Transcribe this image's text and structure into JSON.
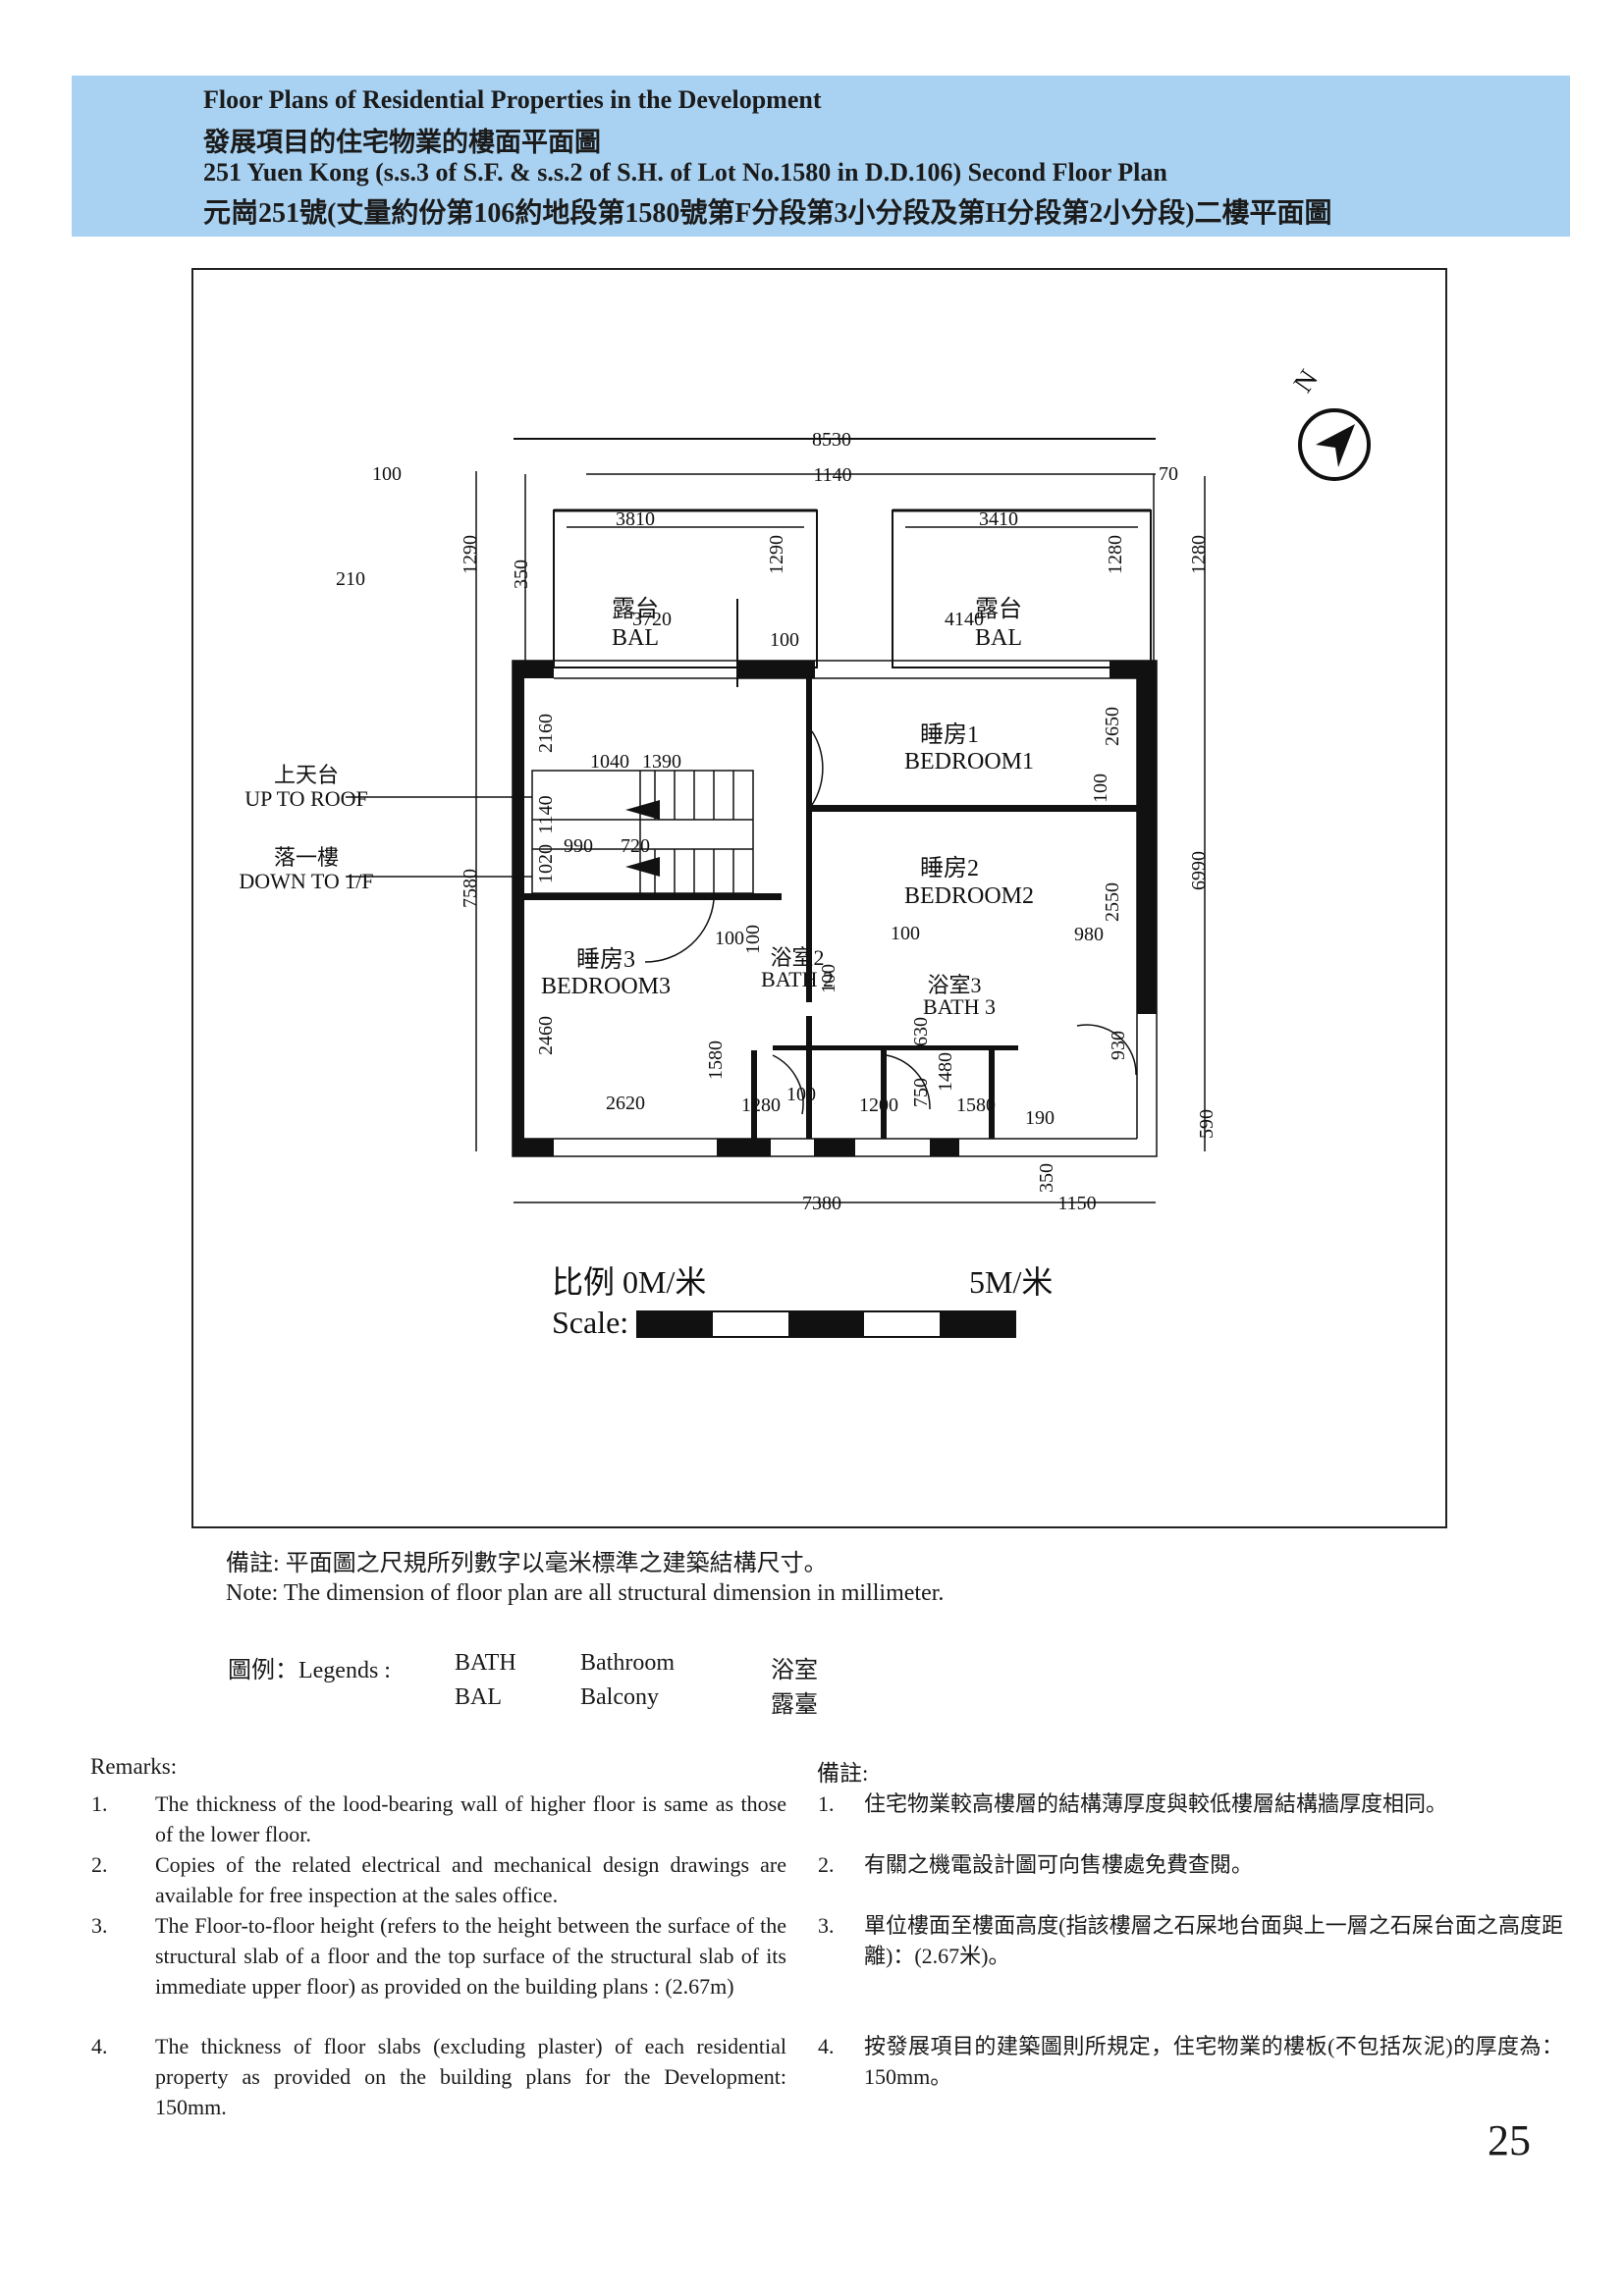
{
  "header": {
    "title_en": "Floor Plans of Residential Properties in the Development",
    "title_zh": "發展項目的住宅物業的樓面平面圖",
    "subtitle_en": "251 Yuen Kong (s.s.3 of S.F. & s.s.2 of S.H. of Lot No.1580 in D.D.106) Second Floor Plan",
    "subtitle_zh": "元崗251號(丈量約份第106約地段第1580號第F分段第3小分段及第H分段第2小分段)二樓平面圖",
    "band_color": "#a9d2f2"
  },
  "plan": {
    "north_label": "N",
    "rooms": {
      "bal_left_zh": "露台",
      "bal_left_en": "BAL",
      "bal_right_zh": "露台",
      "bal_right_en": "BAL",
      "bedroom1_zh": "睡房1",
      "bedroom1_en": "BEDROOM1",
      "bedroom2_zh": "睡房2",
      "bedroom2_en": "BEDROOM2",
      "bedroom3_zh": "睡房3",
      "bedroom3_en": "BEDROOM3",
      "bath2_zh": "浴室2",
      "bath2_en": "BATH 2",
      "bath3_zh": "浴室3",
      "bath3_en": "BATH 3"
    },
    "stair_labels": {
      "up_zh": "上天台",
      "up_en": "UP TO ROOF",
      "down_zh": "落一樓",
      "down_en": "DOWN TO 1/F"
    },
    "dimensions": {
      "overall_top": "8530",
      "d100_top": "100",
      "d1140": "1140",
      "d70": "70",
      "d3810": "3810",
      "d3410": "3410",
      "d1290_left": "1290",
      "d350_left": "350",
      "d1290_mid": "1290",
      "d1280_mid": "1280",
      "d1280_right": "1280",
      "d210": "210",
      "d3720": "3720",
      "d100_hall": "100",
      "d4140": "4140",
      "d2160": "2160",
      "d2650": "2650",
      "d100_b1": "100",
      "d6990": "6990",
      "d1040": "1040",
      "d1390": "1390",
      "d1140_stair": "1140",
      "d990": "990",
      "d720": "720",
      "d1020": "1020",
      "d7580": "7580",
      "d2550": "2550",
      "d100_stair": "100",
      "d100_bath_a": "100",
      "d100_bath_b": "100",
      "d100_bath_c": "100",
      "d980": "980",
      "d2460": "2460",
      "d1580_b3": "1580",
      "d630": "630",
      "d1480": "1480",
      "d930": "930",
      "d2620": "2620",
      "d1280_bot": "1280",
      "d100_bot": "100",
      "d1200": "1200",
      "d750": "750",
      "d1580_bot": "1580",
      "d190": "190",
      "d590": "590",
      "d7380": "7380",
      "d350_bot": "350",
      "d1150": "1150"
    },
    "scale": {
      "label_zh": "比例 0M/米",
      "label_end": "5M/米",
      "label_en": "Scale:"
    }
  },
  "notes": {
    "zh": "備註: 平面圖之尺規所列數字以毫米標準之建築結構尺寸。",
    "en": "Note: The dimension of floor plan are all structural dimension in millimeter."
  },
  "legend": {
    "heading": "圖例：Legends :",
    "rows": [
      {
        "abbr": "BATH",
        "meaning": "Bathroom",
        "zh": "浴室"
      },
      {
        "abbr": "BAL",
        "meaning": "Balcony",
        "zh": "露臺"
      }
    ]
  },
  "remarks": {
    "heading_en": "Remarks:",
    "heading_zh": "備註:",
    "items_en": [
      {
        "num": "1.",
        "text": "The thickness of the lood-bearing wall of higher floor is same as those of the lower floor."
      },
      {
        "num": "2.",
        "text": "Copies of the related electrical and mechanical design drawings are available for free inspection at the sales office."
      },
      {
        "num": "3.",
        "text": "The Floor-to-floor height (refers to the height between the surface of the structural slab of a floor and the top surface of the structural slab of its immediate upper floor) as provided on the building plans : (2.67m)"
      },
      {
        "num": "4.",
        "text": "The thickness of floor slabs (excluding plaster) of each residential property as provided on the building plans for the Development: 150mm."
      }
    ],
    "items_zh": [
      {
        "num": "1.",
        "text": "住宅物業較高樓層的結構薄厚度與較低樓層結構牆厚度相同。"
      },
      {
        "num": "2.",
        "text": "有關之機電設計圖可向售樓處免費查閱。"
      },
      {
        "num": "3.",
        "text": "單位樓面至樓面高度(指該樓層之石屎地台面與上一層之石屎台面之高度距離)：(2.67米)。"
      },
      {
        "num": "4.",
        "text": "按發展項目的建築圖則所規定，住宅物業的樓板(不包括灰泥)的厚度為：150mm。"
      }
    ]
  },
  "page_number": "25"
}
